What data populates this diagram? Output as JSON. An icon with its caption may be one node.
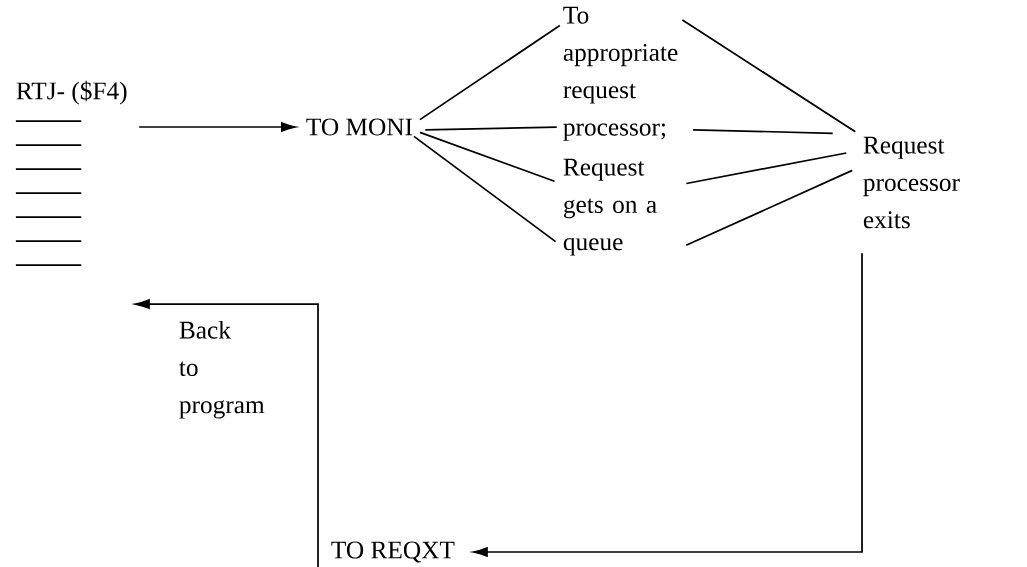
{
  "diagram": {
    "nodes": [
      {
        "text": [
          "RTJ- ($F4)"
        ]
      },
      {
        "text": [
          "TO MONI"
        ]
      },
      {
        "text": [
          "To appropriate request processor;"
        ]
      },
      {
        "text": [
          "Request gets on a queue"
        ]
      },
      {
        "text": [
          "Request processor exits"
        ]
      },
      {
        "text": [
          "TO REQXT"
        ]
      }
    ],
    "edges": [
      {
        "from": 0,
        "to": 1,
        "arrow": "to"
      },
      {
        "from": 1,
        "to": 2,
        "arrow": "none"
      },
      {
        "from": 1,
        "to": 2,
        "arrow": "none"
      },
      {
        "from": 1,
        "to": 3,
        "arrow": "none"
      },
      {
        "from": 1,
        "to": 3,
        "arrow": "none"
      },
      {
        "from": 2,
        "to": 4,
        "arrow": "none"
      },
      {
        "from": 2,
        "to": 4,
        "arrow": "none"
      },
      {
        "from": 3,
        "to": 4,
        "arrow": "none"
      },
      {
        "from": 3,
        "to": 4,
        "arrow": "none"
      },
      {
        "from": 4,
        "to": 5,
        "arrow": "to"
      },
      {
        "from": 5,
        "to": 0,
        "arrow": "to",
        "label": "Back to program"
      }
    ]
  }
}
